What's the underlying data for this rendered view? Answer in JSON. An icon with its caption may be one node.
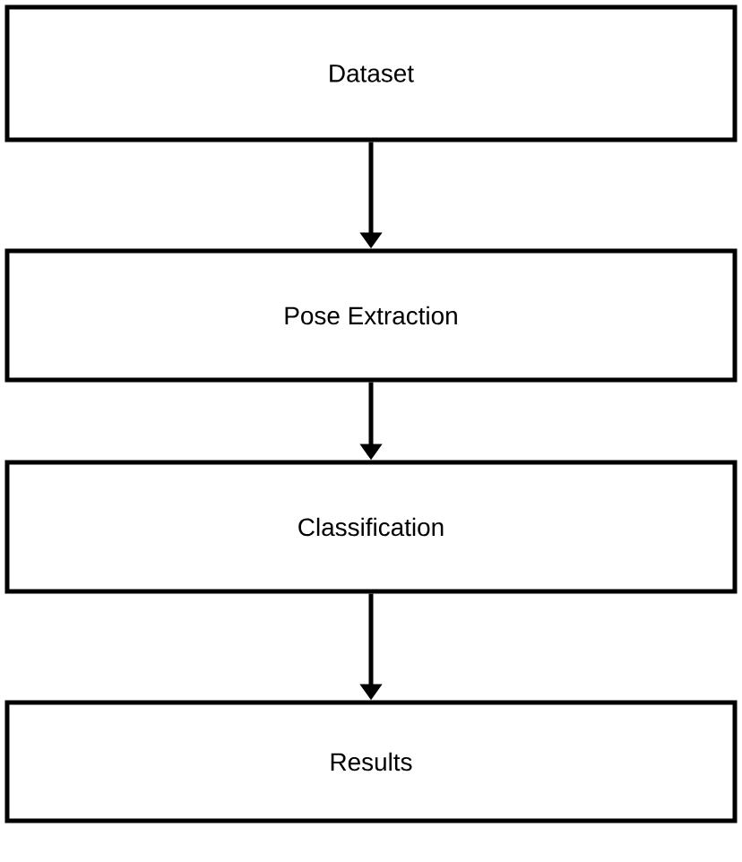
{
  "diagram": {
    "nodes": [
      {
        "text": [
          "Dataset"
        ]
      },
      {
        "text": [
          "Pose Extraction"
        ]
      },
      {
        "text": [
          "Classification"
        ]
      },
      {
        "text": [
          "Results"
        ]
      }
    ],
    "edges": [
      {
        "from": 0,
        "to": 1,
        "arrow": "to"
      },
      {
        "from": 1,
        "to": 2,
        "arrow": "to"
      },
      {
        "from": 2,
        "to": 3,
        "arrow": "to"
      }
    ]
  }
}
